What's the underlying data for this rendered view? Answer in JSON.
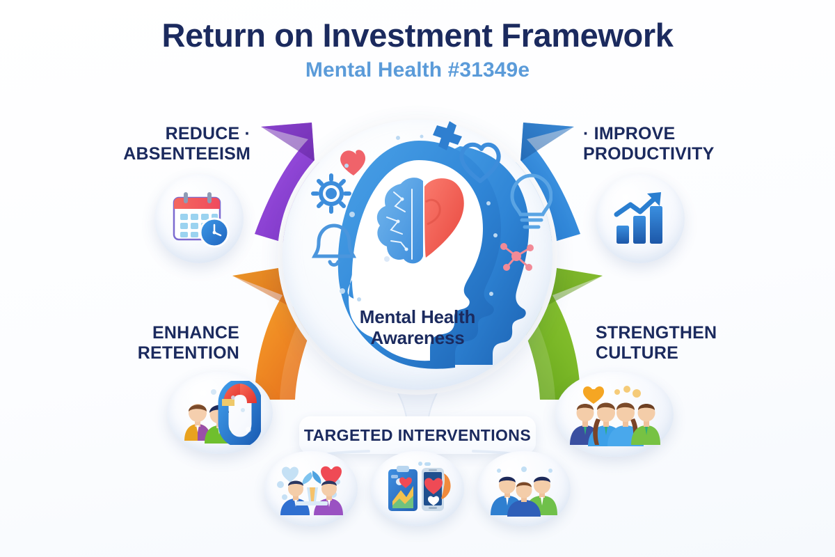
{
  "header": {
    "title": "Return on Investment Framework",
    "subtitle": "Mental Health #31349e",
    "title_color": "#1b2a5e",
    "subtitle_color": "#5b9bd9"
  },
  "hub": {
    "caption_line1": "Mental Health",
    "caption_line2": "Awareness",
    "illustration": "head-brain-heart-illustration",
    "mini_icons": [
      {
        "name": "gear-icon",
        "color": "#3d8ddb"
      },
      {
        "name": "heart-solid-icon",
        "color": "#f0636a"
      },
      {
        "name": "heart-outline-icon",
        "color": "#3d8ddb"
      },
      {
        "name": "puzzle-piece-icon",
        "color": "#2f7fd0"
      },
      {
        "name": "lightbulb-icon",
        "color": "#5aa4e4"
      },
      {
        "name": "bell-icon",
        "color": "#4b96dd"
      },
      {
        "name": "molecule-icon",
        "color": "#f28a97"
      }
    ]
  },
  "branches": [
    {
      "id": "reduce-absenteeism",
      "label_line1": "REDUCE ·",
      "label_line2": "ABSENTEEISM",
      "position": "top-left",
      "arrow_color": "#8a3fd1",
      "arrow_color_dark": "#6f2cb4",
      "icon": "calendar-clock-icon"
    },
    {
      "id": "improve-productivity",
      "label_line1": "· IMPROVE",
      "label_line2": "PRODUCTIVITY",
      "position": "top-right",
      "arrow_color": "#2f86d8",
      "arrow_color_dark": "#1f63b4",
      "icon": "growth-bar-chart-icon"
    },
    {
      "id": "enhance-retention",
      "label_line1": "ENHANCE",
      "label_line2": "RETENTION",
      "position": "bottom-left",
      "arrow_color": "#f2a027",
      "arrow_color_dark": "#e4701a",
      "icon": "people-magnet-icon"
    },
    {
      "id": "strengthen-culture",
      "label_line1": "STRENGTHEN",
      "label_line2": "CULTURE",
      "position": "bottom-right",
      "arrow_color": "#84c02b",
      "arrow_color_dark": "#61a018",
      "icon": "team-group-icon"
    }
  ],
  "bottom": {
    "card_label": "TARGETED INTERVENTIONS",
    "interventions": [
      {
        "id": "counseling",
        "icon": "counseling-session-icon"
      },
      {
        "id": "digital-tools",
        "icon": "clipboard-phone-icon"
      },
      {
        "id": "group-support",
        "icon": "group-support-icon"
      }
    ]
  },
  "palette": {
    "background": "#ffffff",
    "ink": "#1b2a5e",
    "accent_blue": "#5b9bd9",
    "purple": "#8a3fd1",
    "blue": "#2f86d8",
    "orange": "#f2a027",
    "green": "#84c02b",
    "red": "#f0636a"
  }
}
